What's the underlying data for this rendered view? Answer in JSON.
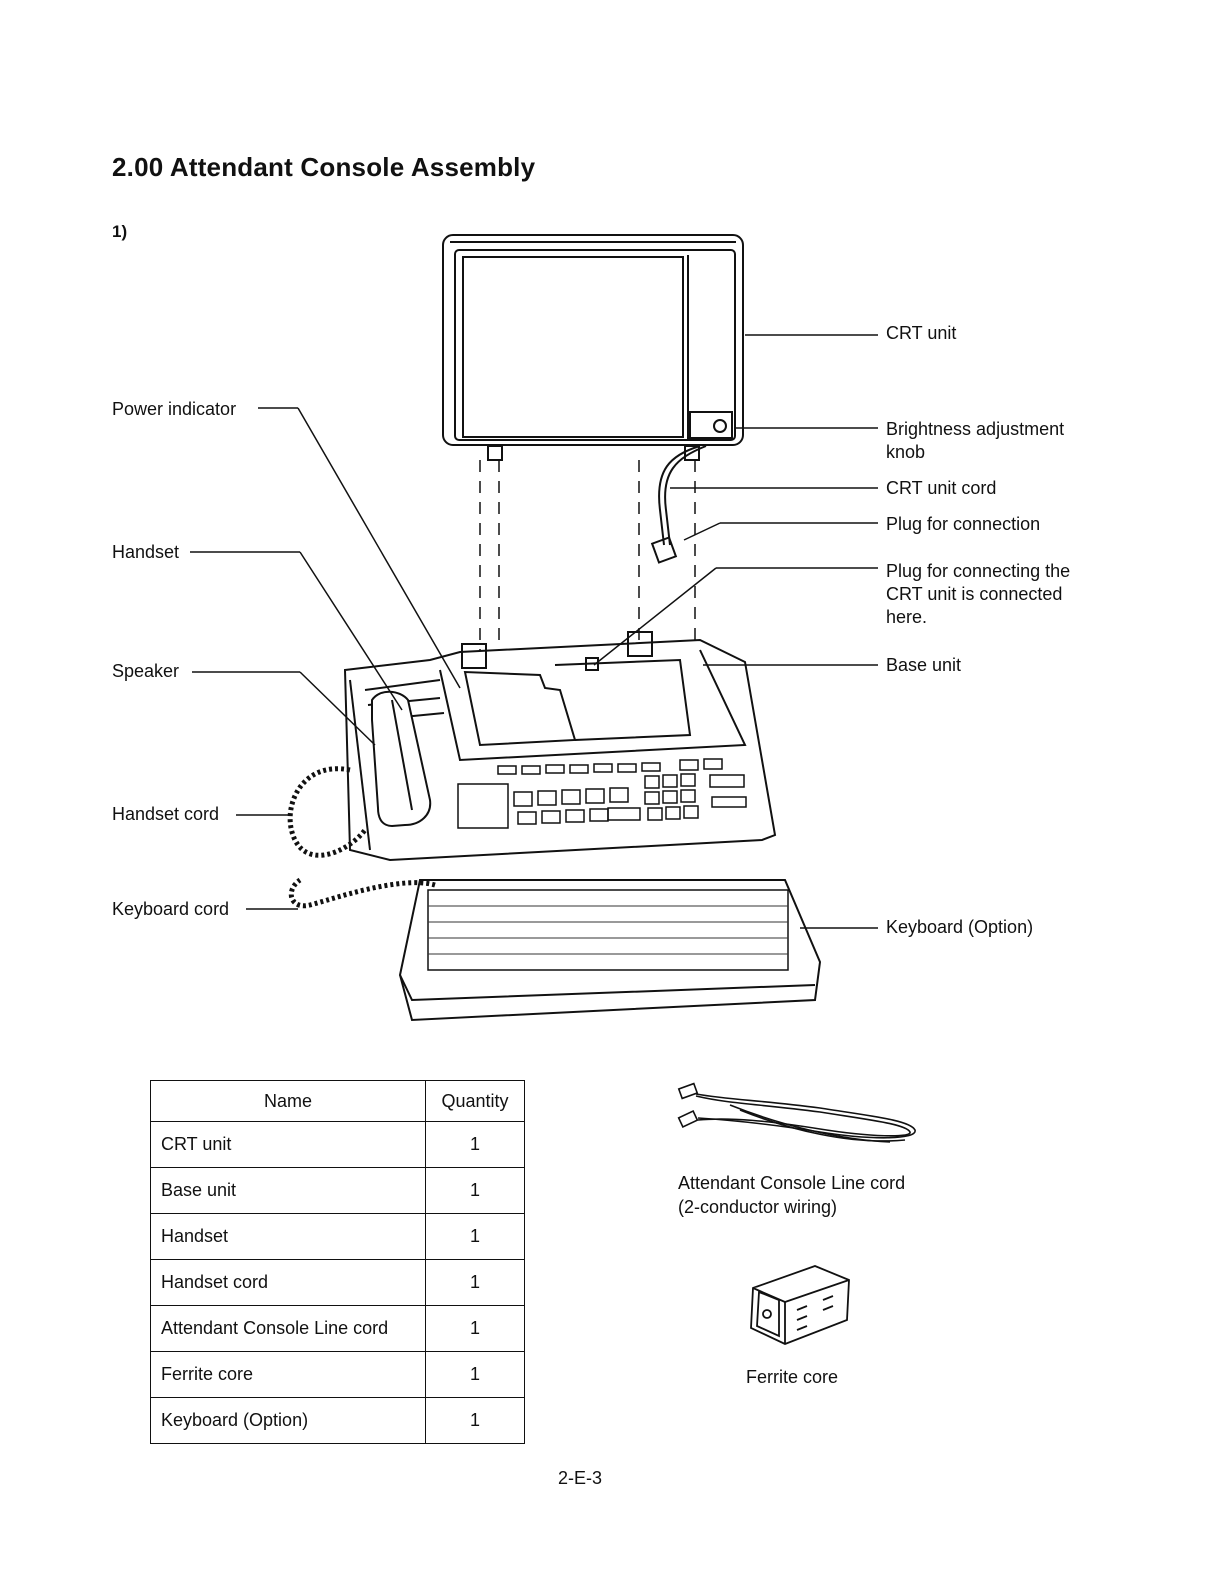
{
  "title": "2.00 Attendant Console Assembly",
  "step": "1)",
  "labels": {
    "crt_unit": "CRT unit",
    "brightness_knob": "Brightness adjustment knob",
    "crt_unit_cord": "CRT unit cord",
    "plug_for_connection": "Plug for connection",
    "plug_connect_crt": "Plug for connecting the CRT unit is connected here.",
    "base_unit": "Base unit",
    "keyboard_option": "Keyboard (Option)",
    "power_indicator": "Power indicator",
    "handset": "Handset",
    "speaker": "Speaker",
    "handset_cord": "Handset cord",
    "keyboard_cord": "Keyboard cord"
  },
  "table": {
    "headers": [
      "Name",
      "Quantity"
    ],
    "rows": [
      {
        "name": "CRT unit",
        "qty": "1"
      },
      {
        "name": "Base unit",
        "qty": "1"
      },
      {
        "name": "Handset",
        "qty": "1"
      },
      {
        "name": "Handset cord",
        "qty": "1"
      },
      {
        "name": "Attendant Console Line cord",
        "qty": "1"
      },
      {
        "name": "Ferrite core",
        "qty": "1"
      },
      {
        "name": "Keyboard (Option)",
        "qty": "1"
      }
    ]
  },
  "captions": {
    "line_cord_1": "Attendant Console Line cord",
    "line_cord_2": "(2-conductor wiring)",
    "ferrite_core": "Ferrite core"
  },
  "page_number": "2-E-3"
}
